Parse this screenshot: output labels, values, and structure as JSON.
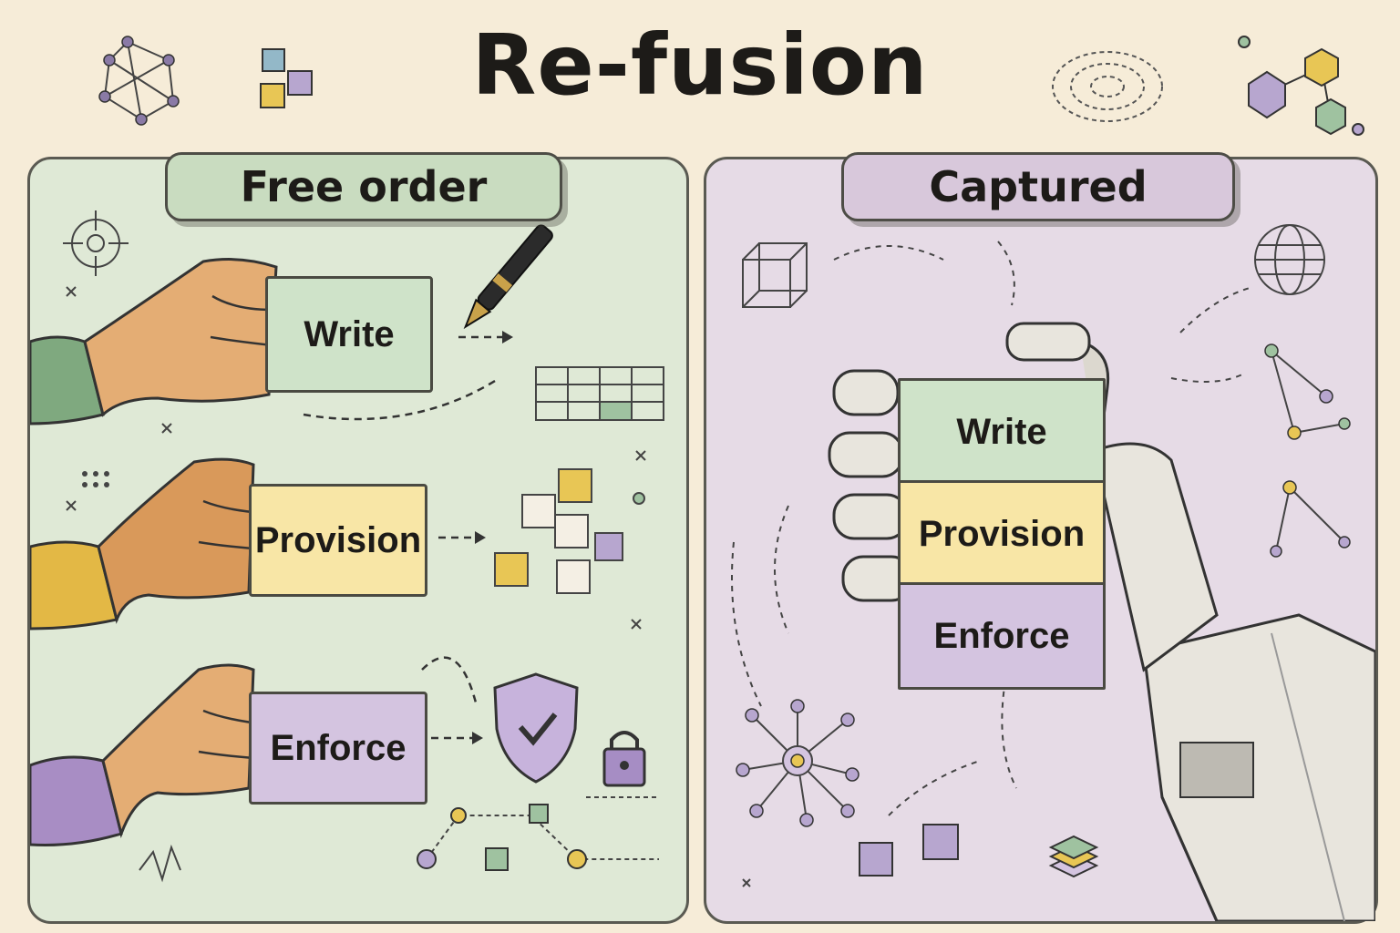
{
  "title": "Re-fusion",
  "left_panel": {
    "heading": "Free order",
    "cards": [
      {
        "label": "Write",
        "color": "#cfe3c9"
      },
      {
        "label": "Provision",
        "color": "#f8e6a6"
      },
      {
        "label": "Enforce",
        "color": "#d4c4e0"
      }
    ]
  },
  "right_panel": {
    "heading": "Captured",
    "stack": [
      {
        "label": "Write",
        "color": "#cfe3c9"
      },
      {
        "label": "Provision",
        "color": "#f8e6a6"
      },
      {
        "label": "Enforce",
        "color": "#d4c4e0"
      }
    ]
  },
  "colors": {
    "background": "#f6ecd8",
    "left_panel": "#dfe9d6",
    "right_panel": "#e6dbe6",
    "ink": "#1d1b18",
    "skin": "#e4ad74",
    "robot": "#e8e5dd"
  },
  "icons": [
    "network-icon",
    "cube-icon",
    "pen-icon",
    "table-icon",
    "shield-icon",
    "lock-icon",
    "globe-icon",
    "robot-hand-icon",
    "hand-icon"
  ]
}
